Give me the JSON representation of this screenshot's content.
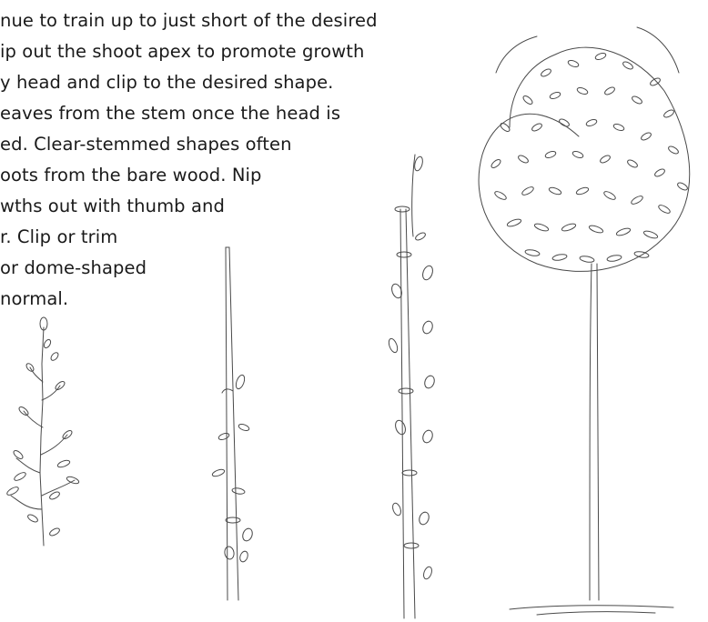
{
  "text_lines": [
    "nue to train up to just short of the desired",
    "ip out the shoot apex to promote growth",
    "y head and clip to the desired shape.",
    "eaves from the stem once the head is",
    "ed. Clear-stemmed shapes often",
    "oots from the bare wood. Nip",
    "wths out with thumb and",
    "r. Clip or trim",
    "or dome-shaped",
    "normal."
  ],
  "colors": {
    "text": "#1a1a1a",
    "ink": "#4a4a4a",
    "background": "#ffffff"
  }
}
